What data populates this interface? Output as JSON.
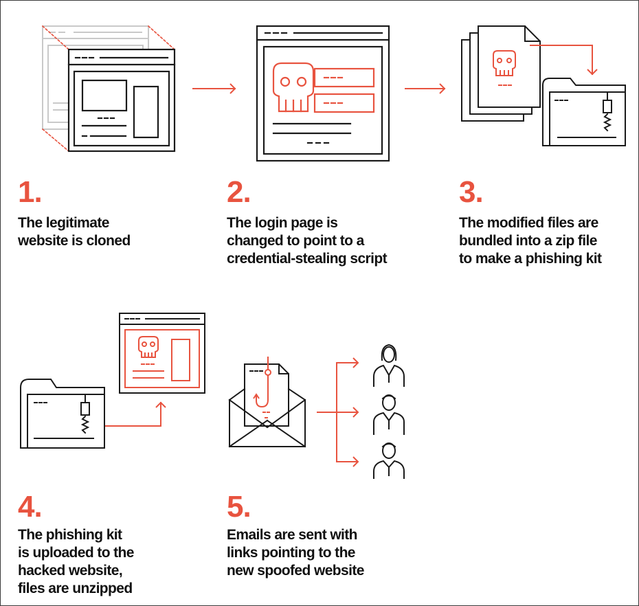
{
  "colors": {
    "accent": "#e8533f",
    "line": "#1a1a1a",
    "ghost": "#c9c9c9"
  },
  "steps": [
    {
      "number": "1.",
      "caption": [
        "The legitimate",
        "website is cloned"
      ]
    },
    {
      "number": "2.",
      "caption": [
        "The login page is",
        "changed to point to a",
        "credential-stealing script"
      ]
    },
    {
      "number": "3.",
      "caption": [
        "The modified files are",
        "bundled into a zip file",
        "to make a phishing kit"
      ]
    },
    {
      "number": "4.",
      "caption": [
        "The phishing kit",
        "is uploaded to the",
        "hacked website,",
        "files are unzipped"
      ]
    },
    {
      "number": "5.",
      "caption": [
        "Emails are sent with",
        "links pointing to the",
        "new spoofed website"
      ]
    }
  ],
  "icons": [
    "cloned-website-icon",
    "arrow-right-icon",
    "login-page-skull-icon",
    "arrow-right-icon",
    "skull-files-icon",
    "zip-folder-icon",
    "zip-folder-icon",
    "hacked-website-skull-icon",
    "envelope-hook-icon",
    "user-avatar-icon"
  ]
}
